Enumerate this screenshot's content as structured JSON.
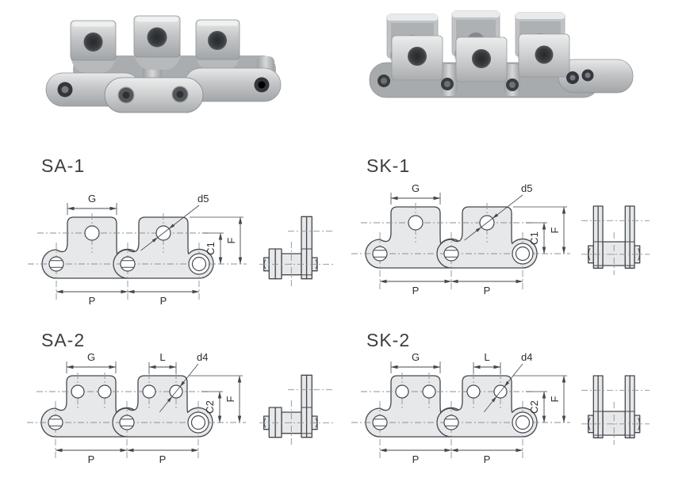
{
  "page": {
    "background": "#ffffff"
  },
  "colors": {
    "outline": "#44484d",
    "plate_fill": "#e7e8e9",
    "centerline": "#8d9194",
    "label": "#2c2e31",
    "metal_light": "#eceded",
    "metal_dark": "#a2a5a8"
  },
  "diagrams": {
    "sa1": {
      "title": "SA-1",
      "g": "G",
      "d": "d5",
      "c": "C1",
      "f": "F",
      "p1": "P",
      "p2": "P"
    },
    "sk1": {
      "title": "SK-1",
      "g": "G",
      "d": "d5",
      "c": "C1",
      "f": "F",
      "p1": "P",
      "p2": "P"
    },
    "sa2": {
      "title": "SA-2",
      "g": "G",
      "l": "L",
      "d": "d4",
      "c": "C2",
      "f": "F",
      "p1": "P",
      "p2": "P"
    },
    "sk2": {
      "title": "SK-2",
      "g": "G",
      "l": "L",
      "d": "d4",
      "c": "C2",
      "f": "F",
      "p1": "P",
      "p2": "P"
    }
  }
}
